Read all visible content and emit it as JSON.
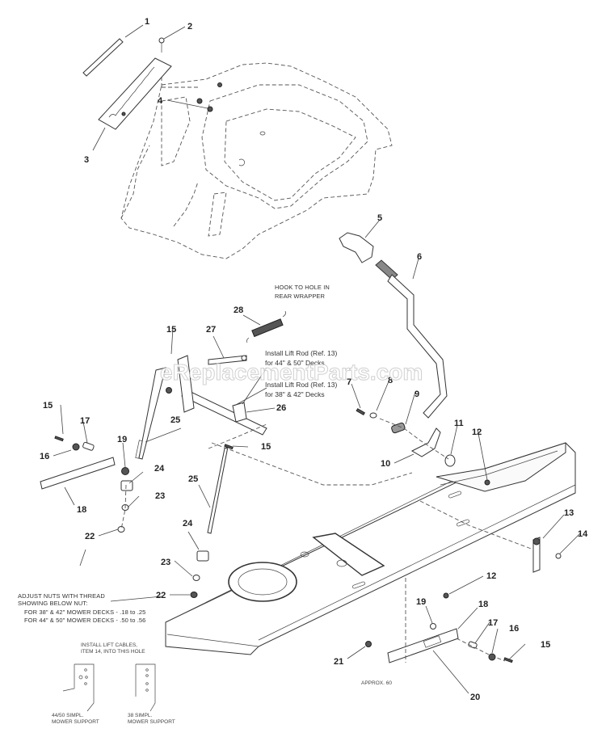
{
  "title": "Lift Lever / Frame Parts Diagram",
  "watermark": "eReplacementParts.com",
  "notes": {
    "hook": [
      "HOOK TO HOLE IN",
      "REAR WRAPPER"
    ],
    "install_44_50": [
      "Install Lift Rod (Ref. 13)",
      "for 44\" & 50\" Decks"
    ],
    "install_38_42": [
      "Install Lift Rod (Ref. 13)",
      "for 38\" & 42\" Decks"
    ],
    "adjust": [
      "ADJUST NUTS WITH THREAD",
      "SHOWING BELOW NUT:",
      "FOR 38\" & 42\" MOWER DECKS - .18 to .25",
      "FOR 44\" & 50\" MOWER DECKS - .50 to .56"
    ],
    "install_cables": [
      "INSTALL LIFT CABLES,",
      "ITEM 14, INTO THIS HOLE"
    ],
    "support_44_50": [
      "44/50 SIMPL.",
      "MOWER SUPPORT"
    ],
    "support_38": [
      "38 SIMPL.",
      "MOWER SUPPORT"
    ],
    "approx": "APPROX. 60"
  },
  "callouts": [
    {
      "id": "c1",
      "label": "1"
    },
    {
      "id": "c2",
      "label": "2"
    },
    {
      "id": "c3",
      "label": "3"
    },
    {
      "id": "c4",
      "label": "4"
    },
    {
      "id": "c5",
      "label": "5"
    },
    {
      "id": "c6",
      "label": "6"
    },
    {
      "id": "c7",
      "label": "7"
    },
    {
      "id": "c8",
      "label": "8"
    },
    {
      "id": "c9",
      "label": "9"
    },
    {
      "id": "c10",
      "label": "10"
    },
    {
      "id": "c11",
      "label": "11"
    },
    {
      "id": "c12a",
      "label": "12"
    },
    {
      "id": "c12b",
      "label": "12"
    },
    {
      "id": "c13",
      "label": "13"
    },
    {
      "id": "c14",
      "label": "14"
    },
    {
      "id": "c15a",
      "label": "15"
    },
    {
      "id": "c15b",
      "label": "15"
    },
    {
      "id": "c15c",
      "label": "15"
    },
    {
      "id": "c15d",
      "label": "15"
    },
    {
      "id": "c16a",
      "label": "16"
    },
    {
      "id": "c16b",
      "label": "16"
    },
    {
      "id": "c17a",
      "label": "17"
    },
    {
      "id": "c17b",
      "label": "17"
    },
    {
      "id": "c18a",
      "label": "18"
    },
    {
      "id": "c18b",
      "label": "18"
    },
    {
      "id": "c19a",
      "label": "19"
    },
    {
      "id": "c19b",
      "label": "19"
    },
    {
      "id": "c20",
      "label": "20"
    },
    {
      "id": "c21",
      "label": "21"
    },
    {
      "id": "c22a",
      "label": "22"
    },
    {
      "id": "c22b",
      "label": "22"
    },
    {
      "id": "c23a",
      "label": "23"
    },
    {
      "id": "c23b",
      "label": "23"
    },
    {
      "id": "c24a",
      "label": "24"
    },
    {
      "id": "c24b",
      "label": "24"
    },
    {
      "id": "c25a",
      "label": "25"
    },
    {
      "id": "c25b",
      "label": "25"
    },
    {
      "id": "c26",
      "label": "26"
    },
    {
      "id": "c27",
      "label": "27"
    },
    {
      "id": "c28",
      "label": "28"
    }
  ]
}
